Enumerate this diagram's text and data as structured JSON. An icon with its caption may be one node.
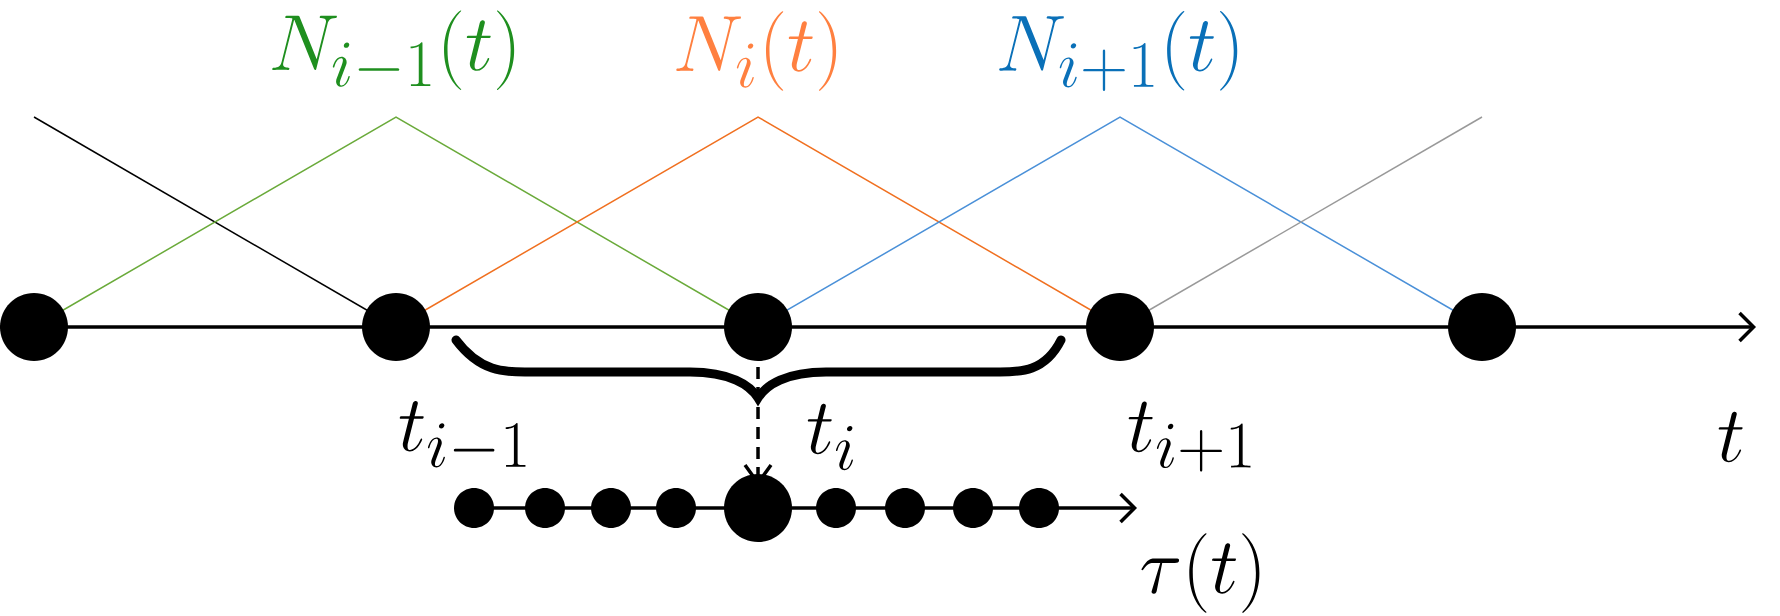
{
  "diagram": {
    "nodes": [
      {
        "text": [],
        "shape": "circle"
      },
      {
        "text": [],
        "shape": "circle"
      },
      {
        "text": [],
        "shape": "circle"
      },
      {
        "text": [],
        "shape": "circle"
      },
      {
        "text": [],
        "shape": "circle"
      },
      {
        "text": [],
        "shape": "circle"
      },
      {
        "text": [],
        "shape": "circle"
      },
      {
        "text": [],
        "shape": "circle"
      },
      {
        "text": [],
        "shape": "circle"
      },
      {
        "text": [],
        "shape": "circle"
      },
      {
        "text": [],
        "shape": "circle"
      },
      {
        "text": [],
        "shape": "circle"
      },
      {
        "text": [],
        "shape": "circle"
      },
      {
        "text": [],
        "shape": "circle"
      }
    ],
    "edges": [
      {
        "from": 2,
        "to": 9,
        "arrow": "to",
        "style": "dashed"
      },
      {
        "from": null,
        "to": 1,
        "arrow": "none",
        "color": "#000000"
      },
      {
        "from": 0,
        "to": 2,
        "arrow": "none",
        "color": "#6aaa3a"
      },
      {
        "from": 1,
        "to": 3,
        "arrow": "none",
        "color": "#f07020"
      },
      {
        "from": 2,
        "to": 4,
        "arrow": "none",
        "color": "#4a90d8"
      },
      {
        "from": 3,
        "to": null,
        "arrow": "none",
        "color": "#999999"
      }
    ],
    "labels": [
      "N_{i-1}(t)",
      "N_i(t)",
      "N_{i+1}(t)",
      "t_{i-1}",
      "t_i",
      "t_{i+1}",
      "t",
      "\\tau(t)"
    ]
  }
}
